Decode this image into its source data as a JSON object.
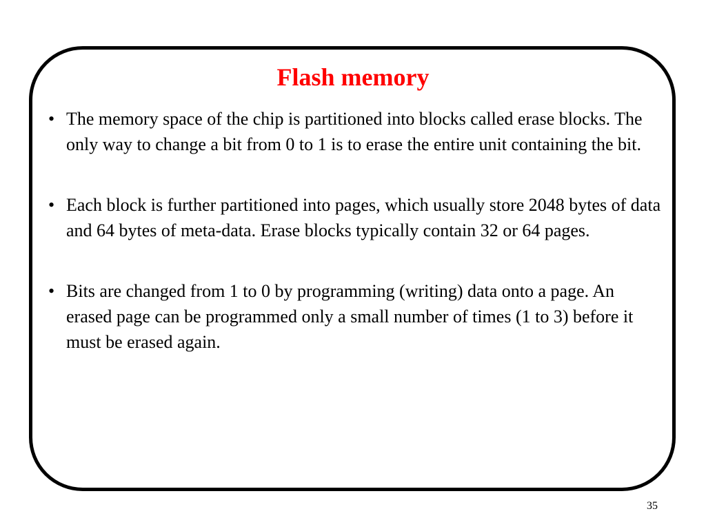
{
  "slide": {
    "title": "Flash memory",
    "bullet_symbol": "•",
    "bullets": [
      "The memory space of the chip is partitioned into blocks called erase blocks. The only way to change a bit from 0 to 1 is to erase the entire unit containing the bit.",
      "Each block is further partitioned into pages, which usually store 2048 bytes of data and 64 bytes of meta-data. Erase blocks typically contain 32 or 64 pages.",
      "Bits are changed from 1 to 0 by programming (writing) data onto a page. An erased page can be programmed only a small number of times (1 to 3) before it must be erased again."
    ],
    "page_number": "35"
  },
  "colors": {
    "title": "#ff0000",
    "text": "#000000",
    "frame_border": "#000000",
    "background": "#ffffff"
  }
}
